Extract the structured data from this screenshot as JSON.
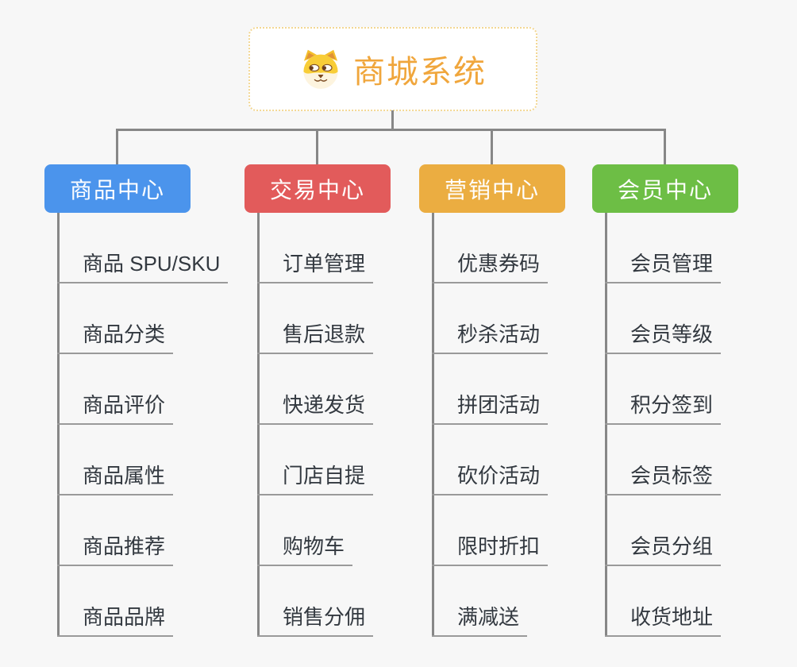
{
  "root": {
    "title": "商城系统",
    "icon": "shiba-dog-icon"
  },
  "colors": {
    "root_text": "#F0A63C",
    "root_border": "#F3D793",
    "connector": "#878787",
    "underline": "#9A9A9A",
    "item_text": "#333940",
    "background": "#F7F7F7"
  },
  "branches": [
    {
      "label": "商品中心",
      "color": "#4B94EC",
      "items": [
        "商品 SPU/SKU",
        "商品分类",
        "商品评价",
        "商品属性",
        "商品推荐",
        "商品品牌"
      ]
    },
    {
      "label": "交易中心",
      "color": "#E25B5B",
      "items": [
        "订单管理",
        "售后退款",
        "快递发货",
        "门店自提",
        "购物车",
        "销售分佣"
      ]
    },
    {
      "label": "营销中心",
      "color": "#EBAD41",
      "items": [
        "优惠券码",
        "秒杀活动",
        "拼团活动",
        "砍价活动",
        "限时折扣",
        "满减送"
      ]
    },
    {
      "label": "会员中心",
      "color": "#6DBE45",
      "items": [
        "会员管理",
        "会员等级",
        "积分签到",
        "会员标签",
        "会员分组",
        "收货地址"
      ]
    }
  ]
}
